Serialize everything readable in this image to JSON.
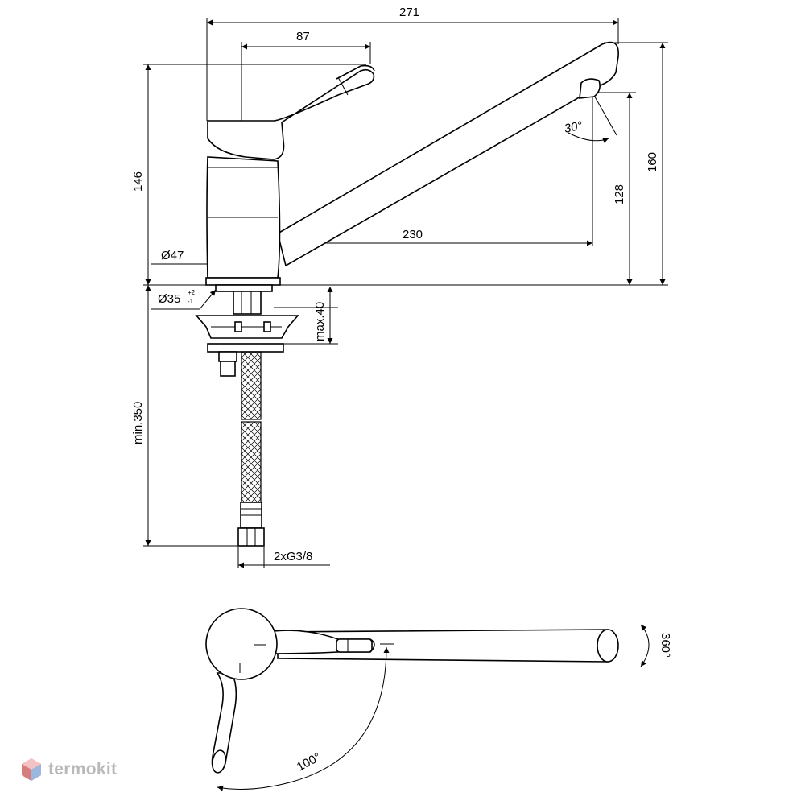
{
  "dimensions": {
    "overall_width": "271",
    "lever_offset": "87",
    "total_height": "146",
    "spout_reach": "230",
    "body_diameter": "Ø47",
    "hole_diameter": "Ø35",
    "hole_tol_plus": "+2",
    "hole_tol_minus": "-1",
    "spout_angle": "30°",
    "spout_height": "128",
    "spout_top_height": "160",
    "max_deck_thickness": "max.40",
    "hose_length": "min.350",
    "hose_connection": "2xG3/8",
    "rotation": "360°",
    "lever_swing": "100°"
  },
  "watermark": {
    "text": "termokit",
    "color": "#b9b9b9"
  }
}
